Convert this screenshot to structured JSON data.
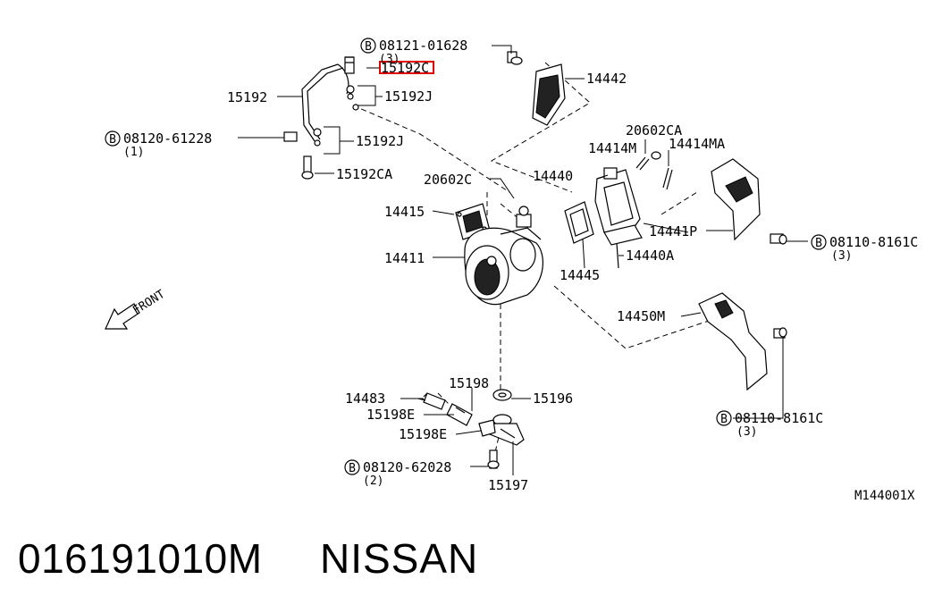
{
  "diagram_code": "M144001X",
  "footer": {
    "part_number": "016191010M",
    "brand": "NISSAN"
  },
  "bolt_symbol": "B",
  "highlight_color": "#e00000",
  "front_label": "FRONT",
  "labels": {
    "b08121_01628": "08121-01628",
    "b08121_qty": "(3)",
    "p15192c": "15192C",
    "p14442": "14442",
    "p15192": "15192",
    "p15192j_top": "15192J",
    "b08120_61228": "08120-61228",
    "b08120_61228_qty": "(1)",
    "p15192j": "15192J",
    "p15192ca": "15192CA",
    "p20602c": "20602C",
    "p14415": "14415",
    "p14411": "14411",
    "p20602ca": "20602CA",
    "p14414m": "14414M",
    "p14414ma": "14414MA",
    "p14440": "14440",
    "p14441p": "14441P",
    "b08110_8161c_a": "08110-8161C",
    "b08110_8161c_a_qty": "(3)",
    "p14440a": "14440A",
    "p14445": "14445",
    "p14450m": "14450M",
    "b08110_8161c_b": "08110-8161C",
    "b08110_8161c_b_qty": "(3)",
    "p14483": "14483",
    "p15198": "15198",
    "p15196": "15196",
    "p15198e_a": "15198E",
    "p15198e_b": "15198E",
    "b08120_62028": "08120-62028",
    "b08120_62028_qty": "(2)",
    "p15197": "15197"
  }
}
